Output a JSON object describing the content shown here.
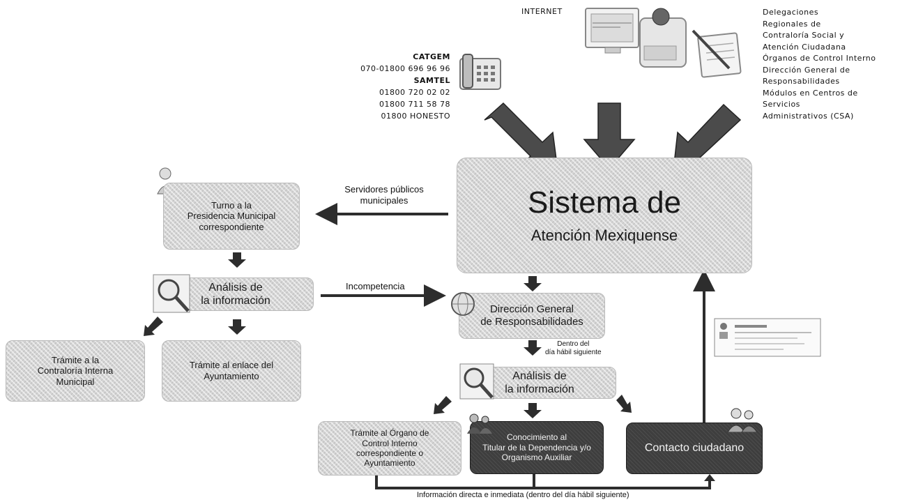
{
  "channels": {
    "internet": "INTERNET",
    "phone_lines": [
      "CATGEM",
      "070-01800 696 96 96",
      "SAMTEL",
      "01800 720 02 02",
      "01800 711 58 78",
      "01800 HONESTO"
    ],
    "offices_lines": [
      "Delegaciones",
      "Regionales de",
      "Contraloría Social y",
      "Atención Ciudadana",
      "Órganos de Control Interno",
      "Dirección General de",
      "Responsabilidades",
      "Módulos en Centros de",
      "Servicios",
      "Administrativos (CSA)"
    ]
  },
  "main_system": {
    "line1": "Sistema de",
    "line2": "Atención Mexiquense"
  },
  "left_branch": {
    "edge_label": "Servidores públicos\nmunicipales",
    "turno": "Turno a la\nPresidencia Municipal\ncorrespondiente",
    "analisis": "Análisis de\nla información",
    "contraloria": "Trámite a la\nContraloría Interna\nMunicipal",
    "enlace": "Trámite al enlace del\nAyuntamiento",
    "incompetencia": "Incompetencia"
  },
  "right_branch": {
    "direccion": "Dirección General\nde Responsabilidades",
    "next_day": "Dentro del\ndía hábil siguiente",
    "analisis": "Análisis de\nla información",
    "organo": "Trámite al Órgano de\nControl Interno\ncorrespondiente o\nAyuntamiento",
    "conocimiento": "Conocimiento al\nTitular de la Dependencia y/o\nOrganismo Auxiliar",
    "contacto": "Contacto ciudadano",
    "footer": "Información directa e inmediata (dentro del día hábil siguiente)"
  },
  "colors": {
    "box": "#d4d4d4",
    "dark_box": "#3e3e3e",
    "arrow": "#3a3a3a"
  }
}
